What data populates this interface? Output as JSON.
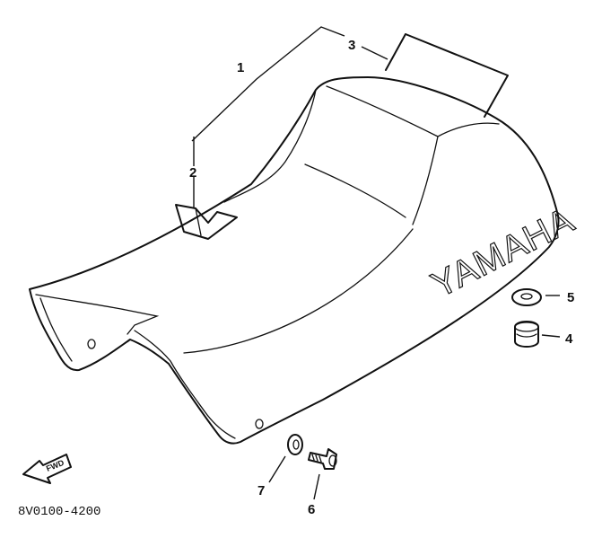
{
  "diagram": {
    "brand_text": "YAMAHA",
    "fwd_label": "FWD",
    "drawing_code": "8V0100-4200",
    "callouts": [
      {
        "id": "c1",
        "label": "1"
      },
      {
        "id": "c2",
        "label": "2"
      },
      {
        "id": "c3",
        "label": "3"
      },
      {
        "id": "c4",
        "label": "4"
      },
      {
        "id": "c5",
        "label": "5"
      },
      {
        "id": "c6",
        "label": "6"
      },
      {
        "id": "c7",
        "label": "7"
      }
    ]
  }
}
